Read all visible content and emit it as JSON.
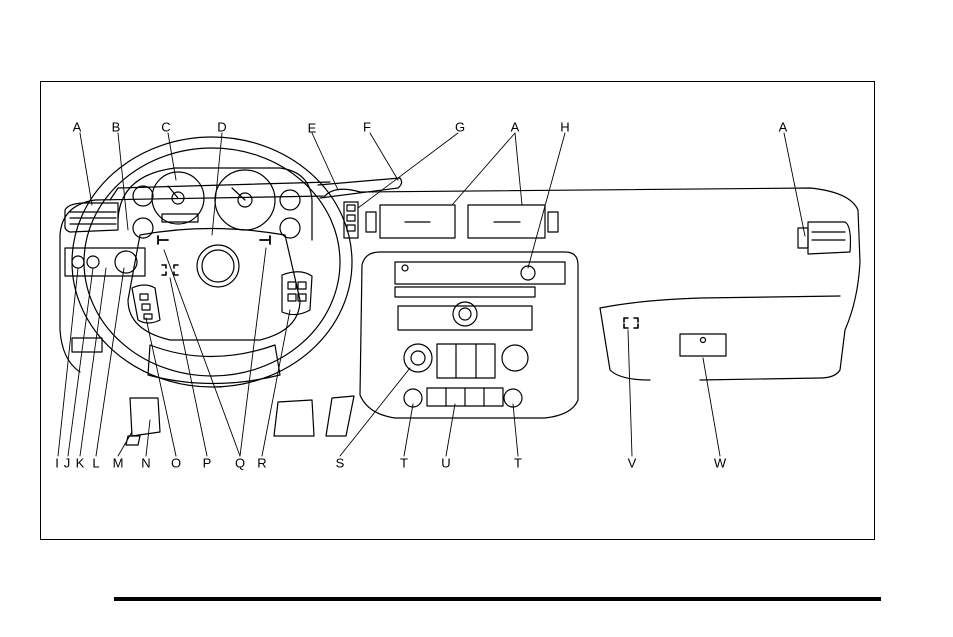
{
  "figure": {
    "callouts_top": [
      "A",
      "B",
      "C",
      "D",
      "E",
      "F",
      "G",
      "A",
      "H",
      "A"
    ],
    "callouts_bottom": [
      "I",
      "J",
      "K",
      "L",
      "M",
      "N",
      "O",
      "P",
      "Q",
      "R",
      "S",
      "T",
      "U",
      "T",
      "V",
      "W"
    ]
  }
}
